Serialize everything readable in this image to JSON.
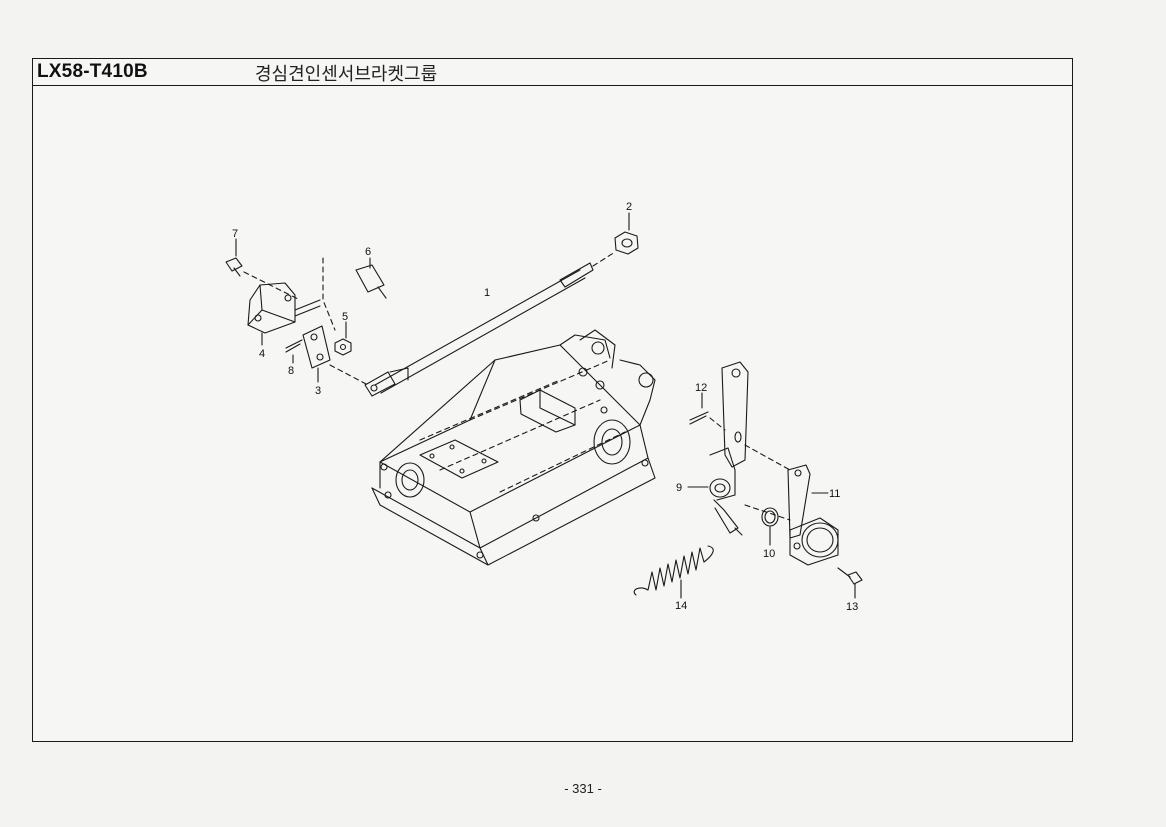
{
  "header": {
    "part_code": "LX58-T410B",
    "group_title": "경심견인센서브라켓그룹"
  },
  "footer": {
    "page_number": "- 331 -"
  },
  "callouts": [
    "1",
    "2",
    "3",
    "4",
    "5",
    "6",
    "7",
    "8",
    "9",
    "10",
    "11",
    "12",
    "13",
    "14"
  ]
}
